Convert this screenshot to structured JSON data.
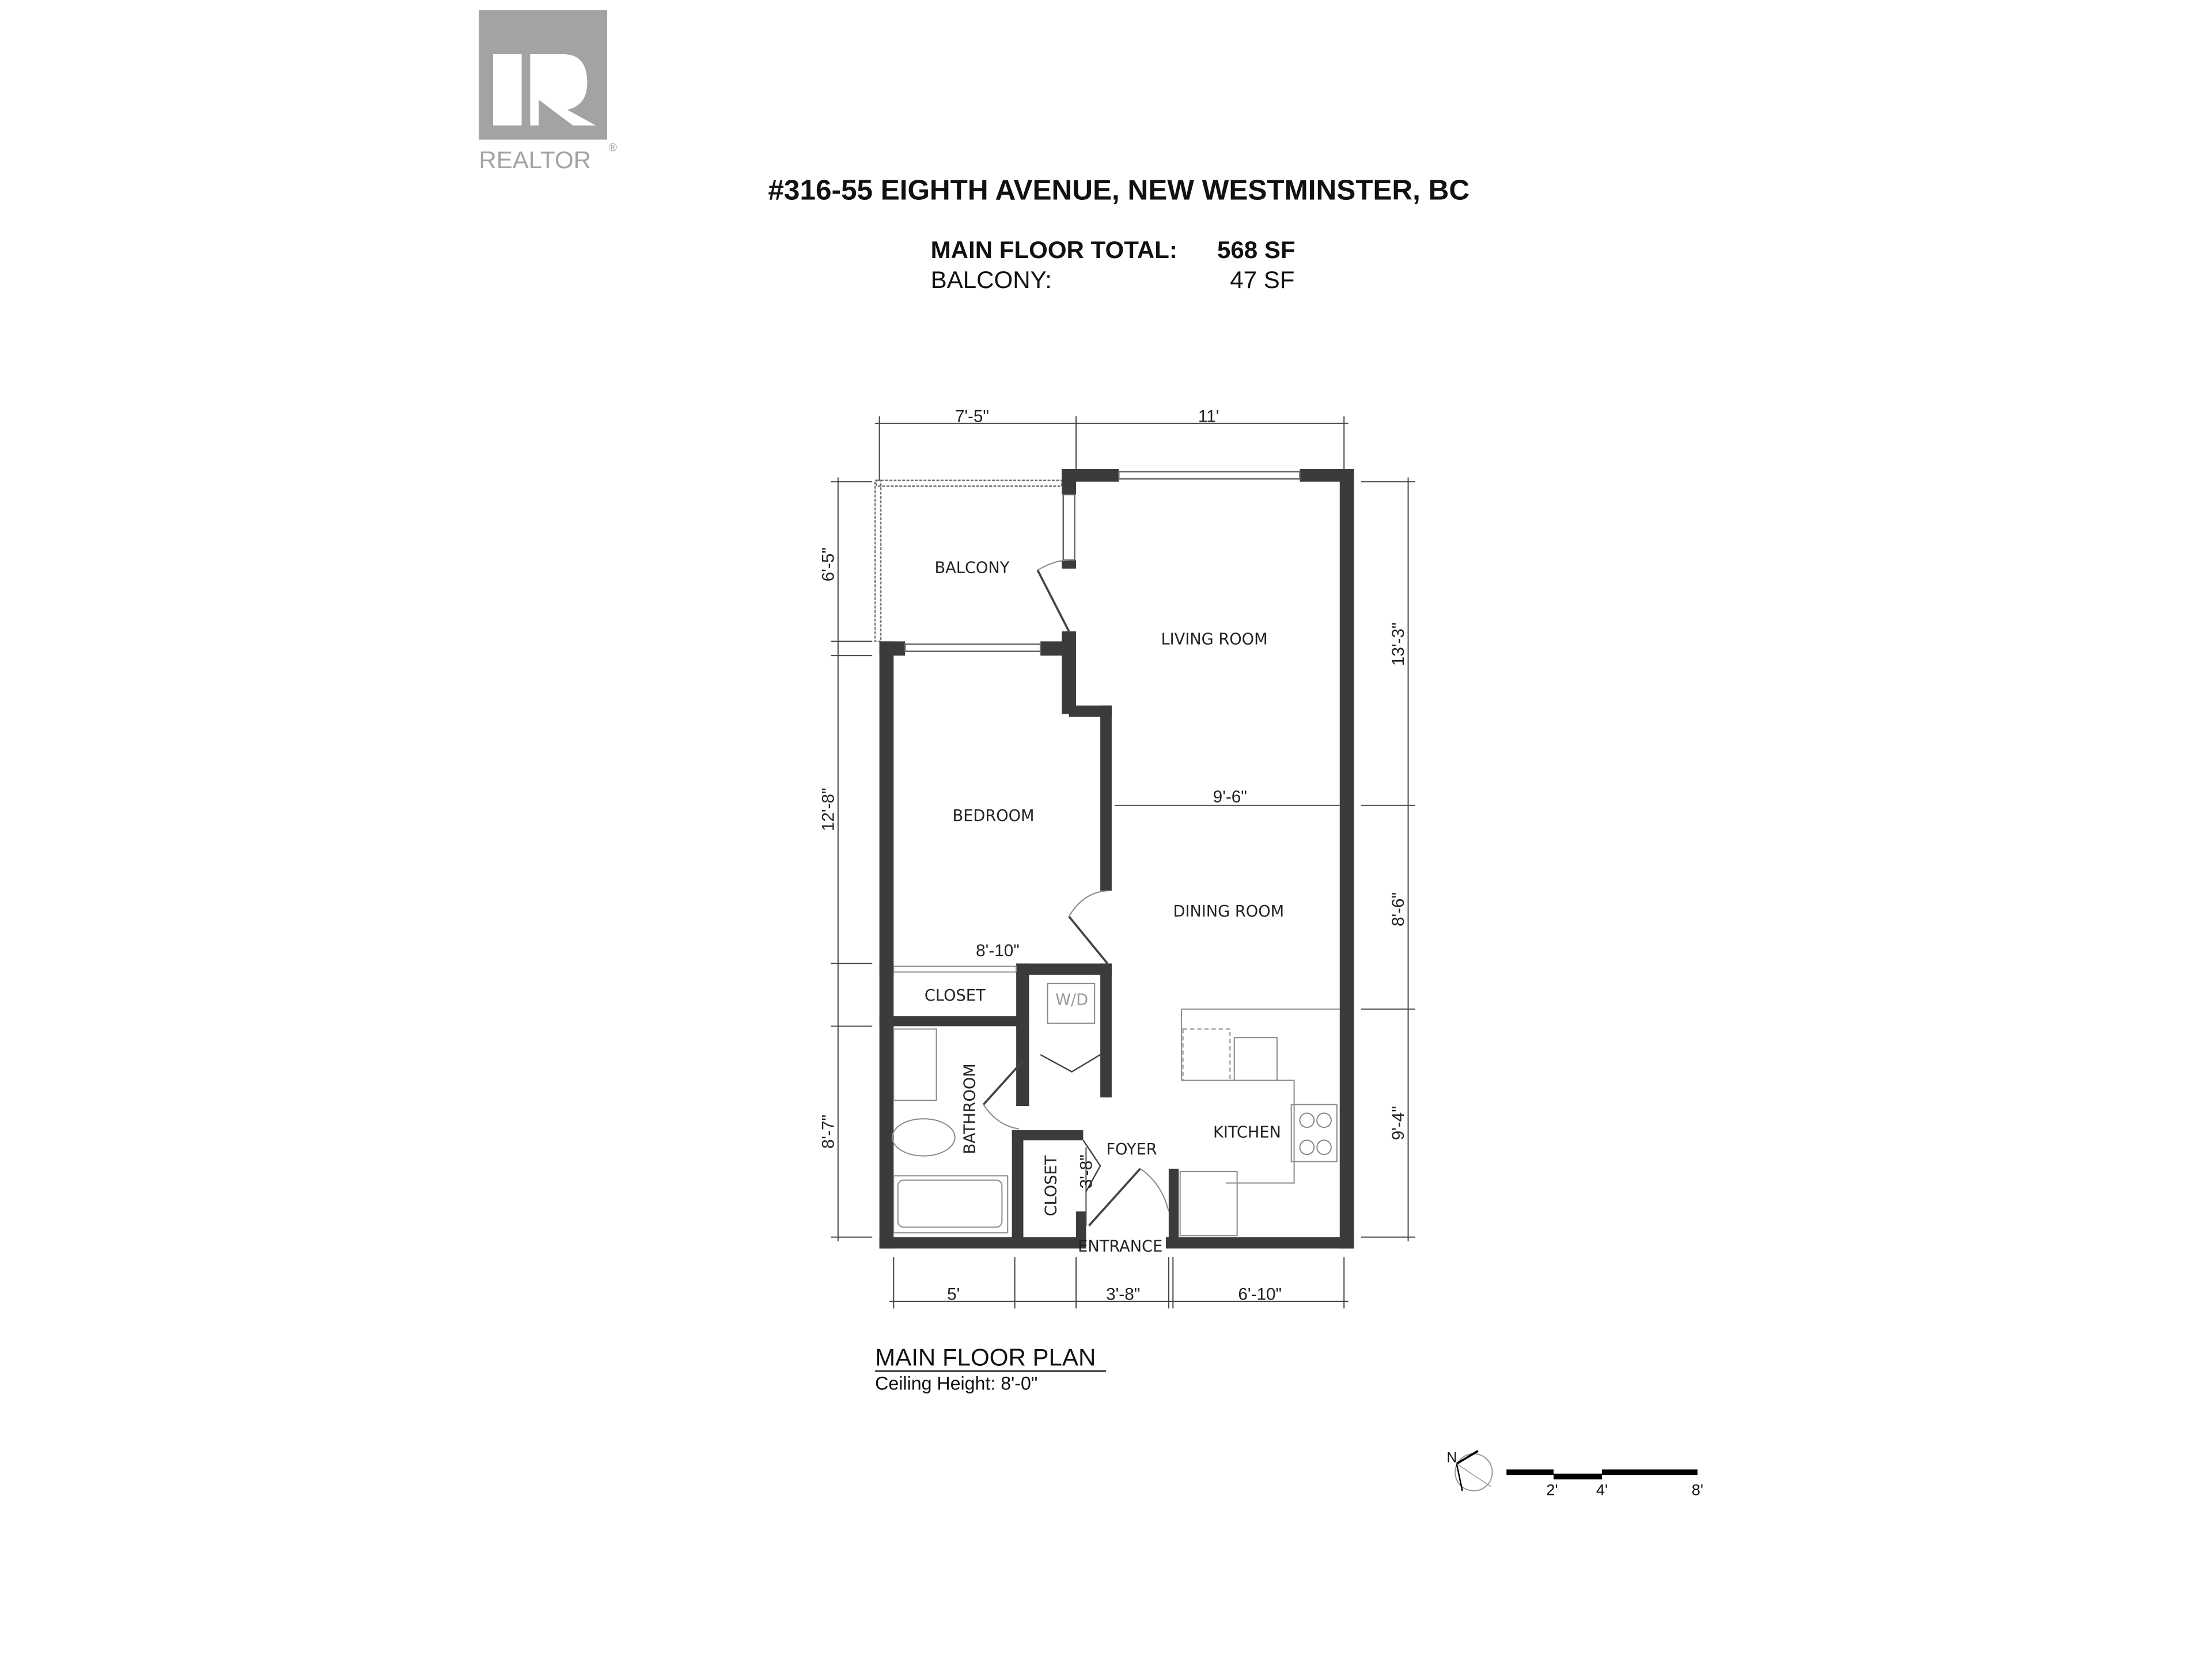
{
  "logo": {
    "text": "REALTOR",
    "color": "#a3a3a3"
  },
  "header": {
    "address": "#316-55 EIGHTH AVENUE, NEW WESTMINSTER, BC",
    "main_floor_label": "MAIN FLOOR TOTAL:",
    "main_floor_value": "568 SF",
    "balcony_label": "BALCONY:",
    "balcony_value": "47 SF"
  },
  "rooms": {
    "balcony": "BALCONY",
    "living": "LIVING ROOM",
    "bedroom": "BEDROOM",
    "dining": "DINING ROOM",
    "closet1": "CLOSET",
    "wd": "W/D",
    "bathroom": "BATHROOM",
    "kitchen": "KITCHEN",
    "foyer": "FOYER",
    "closet2": "CLOSET",
    "entrance": "ENTRANCE"
  },
  "dimensions": {
    "top_left": "7'-5\"",
    "top_right": "11'",
    "left_balcony": "6'-5\"",
    "left_bedroom": "12'-8\"",
    "left_bath": "8'-7\"",
    "right_living": "13'-3\"",
    "right_dining": "8'-6\"",
    "right_kitchen": "9'-4\"",
    "bottom_bath": "5'",
    "bottom_entrance": "3'-8\"",
    "bottom_kitchen": "6'-10\"",
    "living_width": "9'-6\"",
    "bedroom_width": "8'-10\"",
    "foyer_width": "3'-8\""
  },
  "footer": {
    "plan_title": "MAIN FLOOR PLAN",
    "ceiling": "Ceiling Height: 8'-0\"",
    "north": "N",
    "scale_labels": [
      "2'",
      "4'",
      "8'"
    ]
  },
  "colors": {
    "wall": "#3b3b3b",
    "logo": "#a3a3a3"
  }
}
